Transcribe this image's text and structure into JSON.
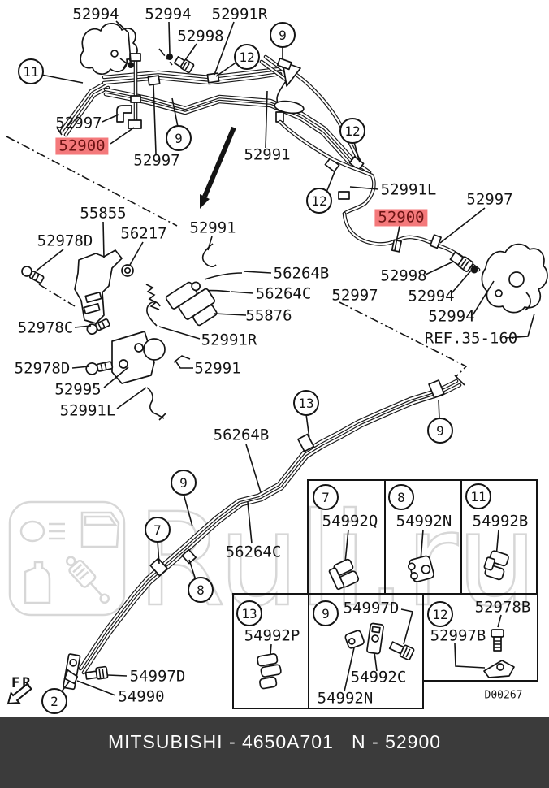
{
  "watermark": {
    "text": "Ruli.ru"
  },
  "fr": {
    "label": "FR"
  },
  "footer": {
    "text": "MITSUBISHI - 4650A701   N - 52900",
    "bg": "#3b3b3b",
    "color": "#ffffff"
  },
  "highlight": {
    "color": "#f4797b",
    "part": "52900"
  },
  "diagram_code": "D00267",
  "labels": [
    {
      "text": "52994"
    },
    {
      "text": "52994"
    },
    {
      "text": "52991R"
    },
    {
      "text": "52998"
    },
    {
      "text": "52997"
    },
    {
      "text": "52900",
      "highlighted": true
    },
    {
      "text": "52997"
    },
    {
      "text": "52991"
    },
    {
      "text": "52991L"
    },
    {
      "text": "52997"
    },
    {
      "text": "52900",
      "highlighted": true
    },
    {
      "text": "52998"
    },
    {
      "text": "52994"
    },
    {
      "text": "52994"
    },
    {
      "text": "REF.35-160"
    },
    {
      "text": "55855"
    },
    {
      "text": "56217"
    },
    {
      "text": "52978D"
    },
    {
      "text": "52991"
    },
    {
      "text": "56264B"
    },
    {
      "text": "56264C"
    },
    {
      "text": "55876"
    },
    {
      "text": "52997"
    },
    {
      "text": "52978C"
    },
    {
      "text": "52991R"
    },
    {
      "text": "52978D"
    },
    {
      "text": "52991"
    },
    {
      "text": "52995"
    },
    {
      "text": "52991L"
    },
    {
      "text": "56264B"
    },
    {
      "text": "56264C"
    },
    {
      "text": "54997D"
    },
    {
      "text": "54990"
    },
    {
      "text": "54992Q"
    },
    {
      "text": "54992N"
    },
    {
      "text": "54992B"
    },
    {
      "text": "54992P"
    },
    {
      "text": "54997D"
    },
    {
      "text": "54992C"
    },
    {
      "text": "54992N"
    },
    {
      "text": "52978B"
    },
    {
      "text": "52997B"
    },
    {
      "text": "D00267"
    }
  ],
  "callouts": [
    {
      "n": "11"
    },
    {
      "n": "12"
    },
    {
      "n": "9"
    },
    {
      "n": "12"
    },
    {
      "n": "9"
    },
    {
      "n": "12"
    },
    {
      "n": "13"
    },
    {
      "n": "9"
    },
    {
      "n": "9"
    },
    {
      "n": "7"
    },
    {
      "n": "8"
    },
    {
      "n": "2"
    },
    {
      "n": "7"
    },
    {
      "n": "8"
    },
    {
      "n": "11"
    },
    {
      "n": "13"
    },
    {
      "n": "9"
    },
    {
      "n": "12"
    }
  ]
}
